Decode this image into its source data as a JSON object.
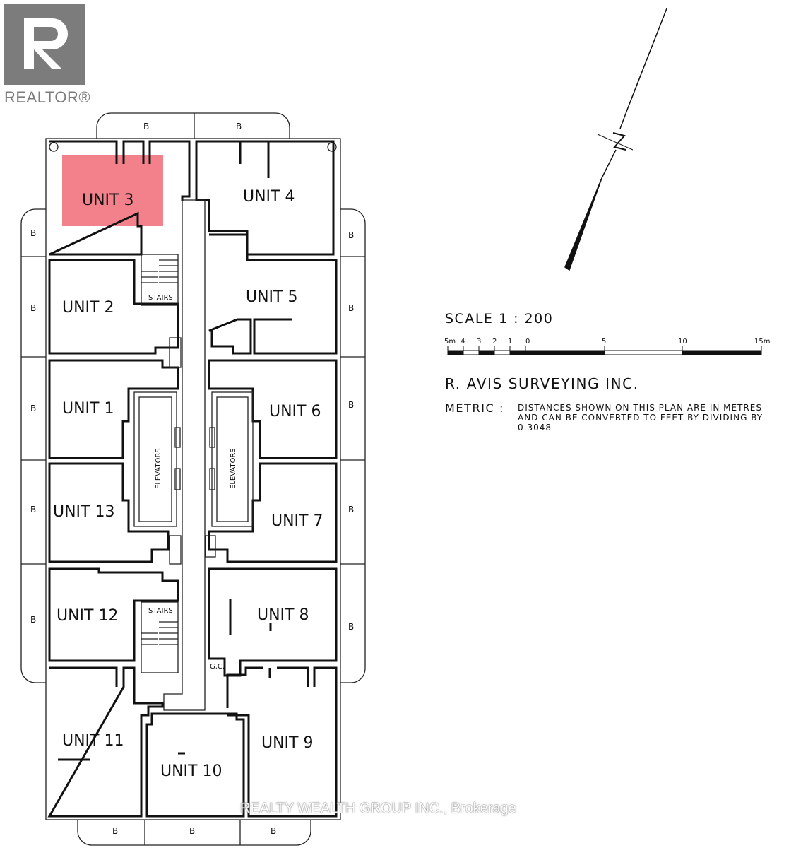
{
  "logo": {
    "text": "REALTOR®"
  },
  "units": {
    "u1": "UNIT 1",
    "u2": "UNIT 2",
    "u3": "UNIT 3",
    "u4": "UNIT 4",
    "u5": "UNIT 5",
    "u6": "UNIT 6",
    "u7": "UNIT 7",
    "u8": "UNIT 8",
    "u9": "UNIT 9",
    "u10": "UNIT 10",
    "u11": "UNIT 11",
    "u12": "UNIT 12",
    "u13": "UNIT 13"
  },
  "labels": {
    "balcony": "B",
    "stairs": "STAIRS",
    "elevators": "ELEVATORS",
    "gc": "G.C."
  },
  "highlight": {
    "unit": "UNIT 3",
    "color": "#f0707c"
  },
  "scale": {
    "title": "SCALE  1 : 200",
    "ticks": [
      "5m",
      "4",
      "3",
      "2",
      "1",
      "0",
      "5",
      "10",
      "15m"
    ]
  },
  "surveyor": "R. AVIS SURVEYING INC.",
  "metric": {
    "heading": "METRIC :",
    "text": "DISTANCES SHOWN ON THIS PLAN ARE IN METRES AND CAN BE CONVERTED TO FEET BY DIVIDING BY 0.3048"
  },
  "watermark": "REALTY WEALTH GROUP INC., Brokerage"
}
